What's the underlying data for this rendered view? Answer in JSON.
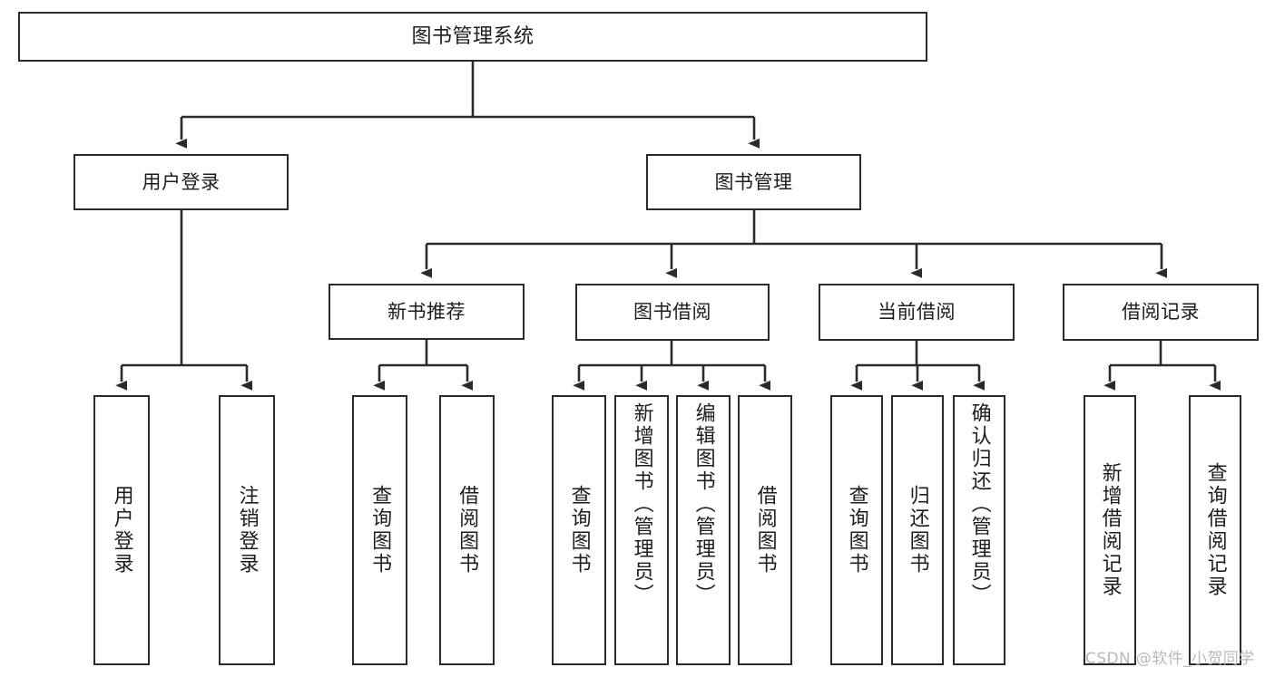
{
  "diagram": {
    "title": "图书管理系统",
    "type": "tree-hierarchy",
    "root": {
      "label": "图书管理系统"
    },
    "level2": [
      {
        "label": "用户登录"
      },
      {
        "label": "图书管理"
      }
    ],
    "level3": [
      {
        "label": "新书推荐"
      },
      {
        "label": "图书借阅"
      },
      {
        "label": "当前借阅"
      },
      {
        "label": "借阅记录"
      }
    ],
    "leaves": {
      "user_login": [
        {
          "label": "用户登录"
        },
        {
          "label": "注销登录"
        }
      ],
      "new_book_recommend": [
        {
          "label": "查询图书"
        },
        {
          "label": "借阅图书"
        }
      ],
      "book_borrow": [
        {
          "label": "查询图书"
        },
        {
          "label": "新增图书（管理员）"
        },
        {
          "label": "编辑图书（管理员）"
        },
        {
          "label": "借阅图书"
        }
      ],
      "current_borrow": [
        {
          "label": "查询图书"
        },
        {
          "label": "归还图书"
        },
        {
          "label": "确认归还（管理员）"
        }
      ],
      "borrow_record": [
        {
          "label": "新增借阅记录"
        },
        {
          "label": "查询借阅记录"
        }
      ]
    },
    "colors": {
      "stroke": "#2b2b2b",
      "fill": "#ffffff",
      "text": "#1d1d1d",
      "watermark": "#b9b9b9"
    }
  },
  "watermark": {
    "text": "CSDN @软件_小贺同学"
  }
}
